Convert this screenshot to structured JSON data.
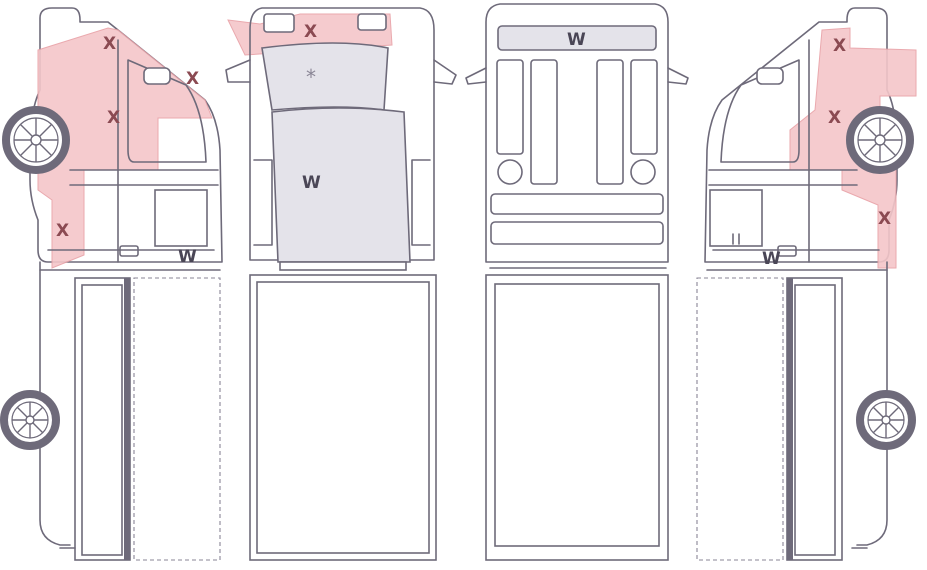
{
  "colors": {
    "damage_fill": "#f4c6c9",
    "outline": "#6e6a7a",
    "grey_panel": "#e4e3ea",
    "x_mark": "#8b4a52",
    "w_mark": "#4a4656"
  },
  "views": {
    "left_side": {
      "x_marks": [
        "X",
        "X",
        "X",
        "X"
      ],
      "w_mark": "W"
    },
    "top": {
      "x_mark": "X",
      "w_mark": "W",
      "star_mark": "*"
    },
    "front": {
      "w_mark": "W"
    },
    "right_side": {
      "x_marks": [
        "X",
        "X",
        "X"
      ],
      "w_mark": "W"
    }
  }
}
